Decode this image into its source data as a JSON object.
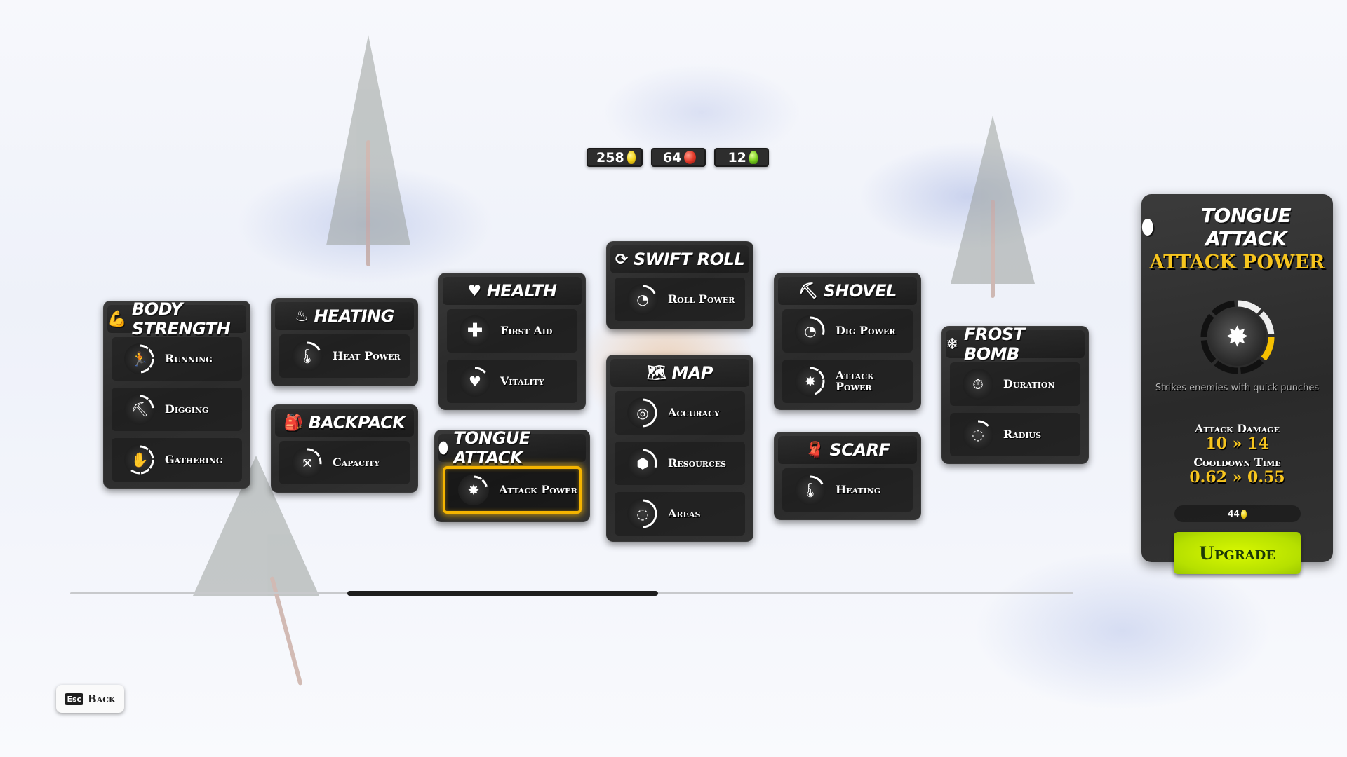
{
  "currencies": [
    {
      "name": "yellow-gem",
      "value": "258",
      "color": "#f2d21a"
    },
    {
      "name": "red-gem",
      "value": "64",
      "color": "#e23a2a"
    },
    {
      "name": "green-gem",
      "value": "12",
      "color": "#7ed321"
    }
  ],
  "cards": {
    "body_strength": {
      "title": "Body Strength",
      "icon": "muscle-icon",
      "skills": [
        {
          "label": "Running",
          "icon": "running-icon",
          "progress": 0.5
        },
        {
          "label": "Digging",
          "icon": "shovel-icon",
          "progress": 0.25
        },
        {
          "label": "Gathering",
          "icon": "gathering-icon",
          "progress": 0.65
        }
      ]
    },
    "heating": {
      "title": "Heating",
      "icon": "heat-waves-icon",
      "skills": [
        {
          "label": "Heat Power",
          "icon": "thermometer-icon",
          "progress": 0.2
        }
      ]
    },
    "backpack": {
      "title": "Backpack",
      "icon": "backpack-icon",
      "skills": [
        {
          "label": "Capacity",
          "icon": "expand-icon",
          "progress": 0.3
        }
      ]
    },
    "health": {
      "title": "Health",
      "icon": "heart-icon",
      "skills": [
        {
          "label": "First Aid",
          "icon": "plus-icon",
          "progress": 0
        },
        {
          "label": "Vitality",
          "icon": "heart-icon",
          "progress": 0.15
        }
      ]
    },
    "tongue_attack": {
      "title": "Tongue Attack",
      "icon": "tongue-icon",
      "skills": [
        {
          "label": "Attack Power",
          "icon": "punch-icon",
          "progress": 0.3,
          "selected": true
        }
      ]
    },
    "swift_roll": {
      "title": "Swift Roll",
      "icon": "roll-icon",
      "skills": [
        {
          "label": "Roll Power",
          "icon": "gauge-icon",
          "progress": 0.2
        }
      ]
    },
    "map": {
      "title": "Map",
      "icon": "map-icon",
      "skills": [
        {
          "label": "Accuracy",
          "icon": "target-icon",
          "progress": 0.5
        },
        {
          "label": "Resources",
          "icon": "crystal-icon",
          "progress": 0.3
        },
        {
          "label": "Areas",
          "icon": "area-icon",
          "progress": 0.5
        }
      ]
    },
    "shovel": {
      "title": "Shovel",
      "icon": "shovel-icon",
      "skills": [
        {
          "label": "Dig Power",
          "icon": "gauge-icon",
          "progress": 0.3
        },
        {
          "label": "Attack Power",
          "icon": "punch-icon",
          "progress": 0.5
        }
      ]
    },
    "scarf": {
      "title": "Scarf",
      "icon": "scarf-icon",
      "skills": [
        {
          "label": "Heating",
          "icon": "thermometer-icon",
          "progress": 0.2
        }
      ]
    },
    "frost_bomb": {
      "title": "Frost Bomb",
      "icon": "snowflake-icon",
      "skills": [
        {
          "label": "Duration",
          "icon": "stopwatch-icon",
          "progress": 0
        },
        {
          "label": "Radius",
          "icon": "area-icon",
          "progress": 0.15
        }
      ]
    }
  },
  "detail_panel": {
    "category": "Tongue Attack",
    "skill": "Attack Power",
    "description": "Strikes enemies with quick punches",
    "level_segments_total": 8,
    "level_segments_filled": 2,
    "level_segment_next": 3,
    "stats": [
      {
        "label": "Attack Damage",
        "value": "10 » 14"
      },
      {
        "label": "Cooldown Time",
        "value": "0.62 » 0.55"
      }
    ],
    "cost": "44",
    "upgrade_label": "Upgrade",
    "accent": "#f7c51e",
    "button_color": "#c6ec00"
  },
  "footer": {
    "back_key": "Esc",
    "back_label": "Back"
  }
}
